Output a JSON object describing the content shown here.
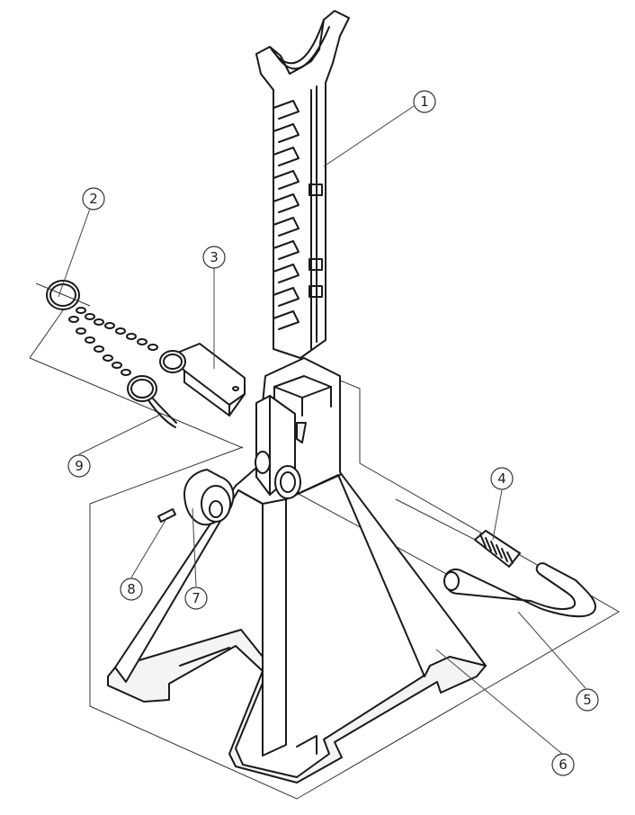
{
  "callouts": [
    {
      "label": "1"
    },
    {
      "label": "2"
    },
    {
      "label": "3"
    },
    {
      "label": "4"
    },
    {
      "label": "5"
    },
    {
      "label": "6"
    },
    {
      "label": "7"
    },
    {
      "label": "8"
    },
    {
      "label": "9"
    }
  ],
  "colors": {
    "line": "#1a1a1a",
    "background": "#ffffff"
  }
}
